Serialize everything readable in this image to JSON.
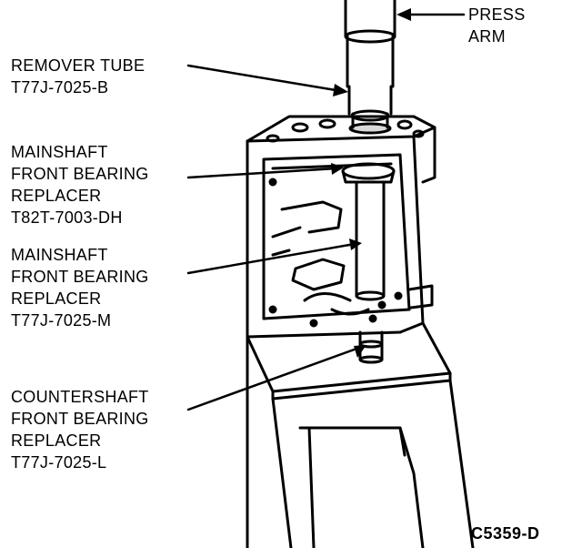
{
  "figure": {
    "code": "C5359-D",
    "callouts": [
      {
        "id": "press-arm",
        "lines": [
          "PRESS",
          "ARM"
        ]
      },
      {
        "id": "remover-tube",
        "lines": [
          "REMOVER TUBE",
          "T77J-7025-B"
        ]
      },
      {
        "id": "mainshaft-bearing-replacer-dh",
        "lines": [
          "MAINSHAFT",
          "FRONT BEARING",
          "REPLACER",
          "T82T-7003-DH"
        ]
      },
      {
        "id": "mainshaft-bearing-replacer-m",
        "lines": [
          "MAINSHAFT",
          "FRONT BEARING",
          "REPLACER",
          "T77J-7025-M"
        ]
      },
      {
        "id": "countershaft-bearing-replacer-l",
        "lines": [
          "COUNTERSHAFT",
          "FRONT BEARING",
          "REPLACER",
          "T77J-7025-L"
        ]
      }
    ]
  }
}
